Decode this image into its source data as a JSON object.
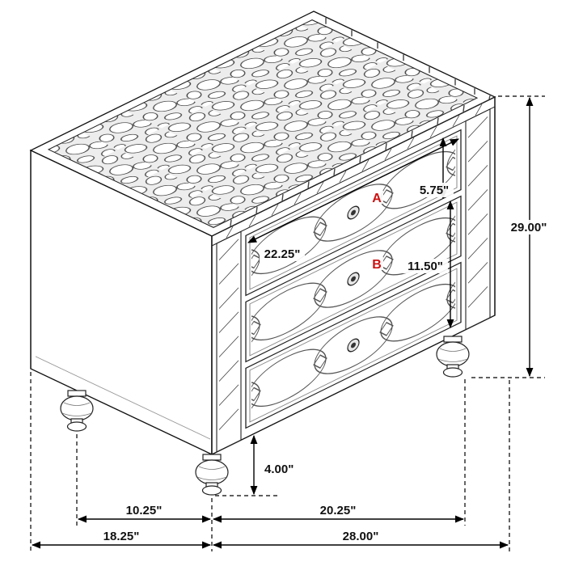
{
  "diagram": {
    "type": "isometric-dimension-diagram",
    "subject": "3-drawer mirrored nightstand with bun feet",
    "dimensions": {
      "top_drawer_height": "5.75\"",
      "overall_height": "29.00\"",
      "drawer_width": "22.25\"",
      "lower_drawers_height": "11.50\"",
      "foot_height": "4.00\"",
      "side_foot_inset": "10.25\"",
      "front_foot_span": "20.25\"",
      "overall_depth": "18.25\"",
      "overall_width": "28.00\""
    },
    "markers": {
      "a": "A",
      "b": "B"
    },
    "colors": {
      "line": "#111111",
      "marker": "#cc1111",
      "background": "#ffffff"
    }
  }
}
